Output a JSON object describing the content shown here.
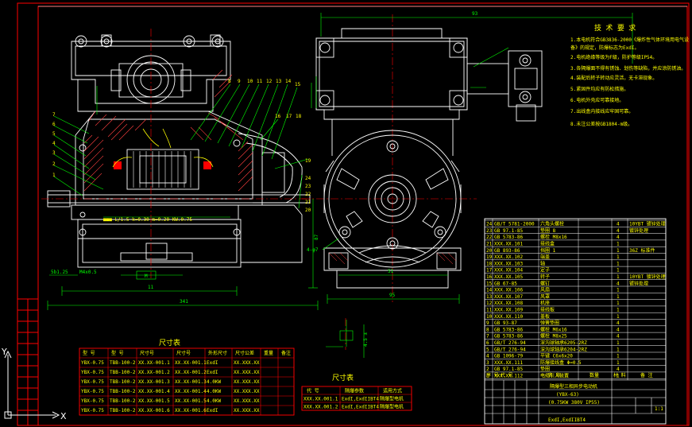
{
  "drawing": {
    "accent_colors": {
      "background": "#000000",
      "border": "#ff0000",
      "outline": "#ffffff",
      "dimension": "#00ff00",
      "centerline": "#ff0000",
      "text_yellow": "#ffff00",
      "hatch": "#ff4040",
      "frame_cyan": "#00ffff"
    },
    "tech_requirements_title": "技 术 要 求",
    "tech_requirements_lines": [
      "1.本电机符合GB3836-2000《爆炸性气体环境用电气设",
      "  备》的规定，防爆标志为ExdI。",
      "2.电机绝缘等级为F级，防护等级IP54。",
      "3.各隔爆面不得有锈蚀、划伤等缺陷，并应涂防锈油。",
      "4.装配后转子转动应灵活，无卡滞现象。",
      "5.紧固件均应有防松措施。",
      "6.电机外壳应可靠接地。",
      "7.出线盒内接线应牢固可靠。",
      "8.未注公差按GB1804-m级。"
    ],
    "overall_dimension": "93",
    "left_view_dims": {
      "bottom_total": "341",
      "bottom_mid": "11",
      "center_mark": "M",
      "left_small": "5b1.25",
      "left_mid": "M4x0.5"
    },
    "motor_text_row": "■■■ L/1.5   k=0.30  m=0.20   KW.0.75",
    "right_view_dims": {
      "width_51": "51",
      "width_95": "95",
      "left_label": "4-φ7",
      "height": "87"
    },
    "part_callouts_left": [
      "7",
      "6",
      "5",
      "4",
      "3",
      "2",
      "1"
    ],
    "part_callouts_top": [
      "8",
      "9",
      "10",
      "11",
      "12",
      "13",
      "14",
      "15",
      "16",
      "17",
      "18",
      "19"
    ],
    "part_callouts_right": [
      "24",
      "23",
      "22",
      "21",
      "20"
    ],
    "small_detail_label": "4.5 ±",
    "cyl_table": {
      "title": "尺寸表",
      "headers": [
        "型 号",
        "型 号",
        "尺寸号",
        "尺寸号",
        "外形尺寸",
        "尺寸公差",
        "重量",
        "备注"
      ],
      "rows": [
        [
          "YBX-0.75",
          "TBB-100-2",
          "XX.XX-001.1",
          "XX.XX-001.1",
          "ExdI",
          "XX.XXX.XX",
          "",
          ""
        ],
        [
          "YBX-0.75",
          "TBB-100-2",
          "XX.XX-001.2",
          "XX.XX-001.2",
          "ExdI",
          "XX.XXX.XX",
          "",
          ""
        ],
        [
          "YBX-0.75",
          "TBB-100-2",
          "XX.XX-001.3",
          "XX.XX-001.3",
          "4.0KW",
          "XX.XXX.XX",
          "",
          ""
        ],
        [
          "YBX-0.75",
          "TBB-100-2",
          "XX.XX-001.4",
          "XX.XX-001.4",
          "4.0KW",
          "XX.XXX.XX",
          "",
          ""
        ],
        [
          "YBX-0.75",
          "TBB-100-2",
          "XX.XX-001.5",
          "XX.XX-001.5",
          "4.0KW",
          "XX.XXX.XX",
          "",
          ""
        ],
        [
          "YBX-0.75",
          "TBB-100-2",
          "XX.XX-001.6",
          "XX.XX-001.6",
          "ExdI",
          "XX.XXX.XX",
          "",
          ""
        ]
      ]
    },
    "small_table": {
      "title": "尺寸表",
      "headers": [
        "代 号",
        "隔爆参数",
        "适用方式"
      ],
      "rows": [
        [
          "XXX.XX.001.1",
          "ExdI,ExdIIBT4",
          "隔爆型电机"
        ],
        [
          "XXX.XX.001.2",
          "ExdI,ExdIIBT4",
          "隔爆型电机"
        ]
      ]
    },
    "bom": {
      "rows": [
        [
          "24",
          "GB/T 5781-2000",
          "六角头螺栓",
          "4",
          "",
          "10YBT  镀锌处理"
        ],
        [
          "23",
          "GB 97.1-85",
          "垫圈 8",
          "4",
          "",
          "镀锌处理"
        ],
        [
          "22",
          "GB 5783-86",
          "螺栓 M8x16",
          "4",
          "",
          ""
        ],
        [
          "21",
          "XXX.XX.101",
          "接线盒",
          "1",
          "",
          ""
        ],
        [
          "20",
          "GB 893-86",
          "挡圈 1",
          "1",
          "",
          "36Z  标准件"
        ],
        [
          "19",
          "XXX.XX.102",
          "端盖",
          "1",
          "",
          ""
        ],
        [
          "18",
          "XXX.XX.103",
          "轴",
          "1",
          "",
          ""
        ],
        [
          "17",
          "XXX.XX.104",
          "定子",
          "1",
          "",
          ""
        ],
        [
          "16",
          "XXX.XX.105",
          "转子",
          "1",
          "",
          "10YBT  镀锌处理"
        ],
        [
          "15",
          "GB 67-85",
          "螺钉",
          "4",
          "",
          "镀锌处理"
        ],
        [
          "14",
          "XXX.XX.106",
          "风扇",
          "1",
          "",
          ""
        ],
        [
          "13",
          "XXX.XX.107",
          "风罩",
          "1",
          "",
          ""
        ],
        [
          "12",
          "XXX.XX.108",
          "机座",
          "1",
          "",
          ""
        ],
        [
          "11",
          "XXX.XX.109",
          "接线板",
          "1",
          "",
          ""
        ],
        [
          "10",
          "XXX.XX.110",
          "盖板",
          "1",
          "",
          ""
        ],
        [
          "9",
          "GB 93-87",
          "弹簧垫圈",
          "4",
          "",
          ""
        ],
        [
          "8",
          "GB 5783-86",
          "螺栓 M6x16",
          "4",
          "",
          ""
        ],
        [
          "7",
          "GB 5783-86",
          "螺栓 M8x25",
          "4",
          "",
          ""
        ],
        [
          "6",
          "GB/T 276-94",
          "深沟球轴承6205-2RZ",
          "1",
          "",
          ""
        ],
        [
          "5",
          "GB/T 276-94",
          "深沟球轴承6204-2RZ",
          "1",
          "",
          ""
        ],
        [
          "4",
          "GB 1096-79",
          "平键 C6x6x20",
          "1",
          "",
          ""
        ],
        [
          "3",
          "XXX.XX.111",
          "防爆接线盒 Φ=0.5",
          "1",
          "",
          ""
        ],
        [
          "2",
          "GB 97.1-85",
          "垫圈",
          "4",
          "",
          ""
        ],
        [
          "1",
          "XXX.XX.112",
          "电缆引入装置",
          "1",
          "",
          ""
        ]
      ],
      "header": [
        "序 号",
        "代 号",
        "名 称",
        "数量",
        "材 料",
        "备 注"
      ],
      "title_block_name": "隔爆型三相异步电动机",
      "title_block_model": "(YBX-63)",
      "title_block_sub": "(0.75KW  380V  IP55)",
      "title_block_ex": "ExdI,ExdIIBT4",
      "title_block_scale": "1:1"
    },
    "ucs": {
      "x": "X",
      "y": "Y"
    }
  }
}
